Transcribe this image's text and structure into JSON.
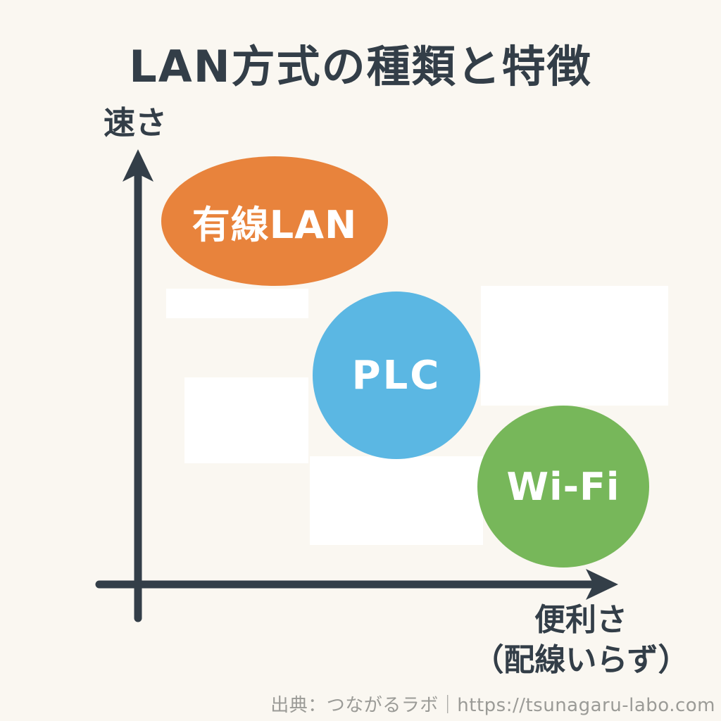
{
  "title": "LAN方式の種類と特徴",
  "palette": {
    "background": "#FAF7F1",
    "ink": "#333E48",
    "bubble_text": "#FFFFFF",
    "footer_gray": "#9B9B97"
  },
  "axes": {
    "y_label": "速さ",
    "x_label": "便利さ",
    "x_label_sub": "（配線いらず）"
  },
  "bubbles": [
    {
      "id": "wired-lan",
      "label": "有線LAN",
      "color": "#E8833C",
      "shape": "ellipse"
    },
    {
      "id": "plc",
      "label": "PLC",
      "color": "#5BB7E3",
      "shape": "circle"
    },
    {
      "id": "wifi",
      "label": "Wi-Fi",
      "color": "#77B75A",
      "shape": "ellipse"
    }
  ],
  "footer": {
    "source_text": "出典：つながるラボ｜https://tsunagaru-labo.com"
  },
  "chart_data": {
    "type": "scatter",
    "title": "LAN方式の種類と特徴",
    "xlabel": "便利さ（配線いらず）",
    "ylabel": "速さ",
    "axis_scale": "qualitative",
    "grid": false,
    "points": [
      {
        "label": "有線LAN",
        "x": 0.29,
        "y": 0.84,
        "color": "#E8833C"
      },
      {
        "label": "PLC",
        "x": 0.54,
        "y": 0.48,
        "color": "#5BB7E3"
      },
      {
        "label": "Wi-Fi",
        "x": 0.89,
        "y": 0.23,
        "color": "#77B75A"
      }
    ]
  }
}
